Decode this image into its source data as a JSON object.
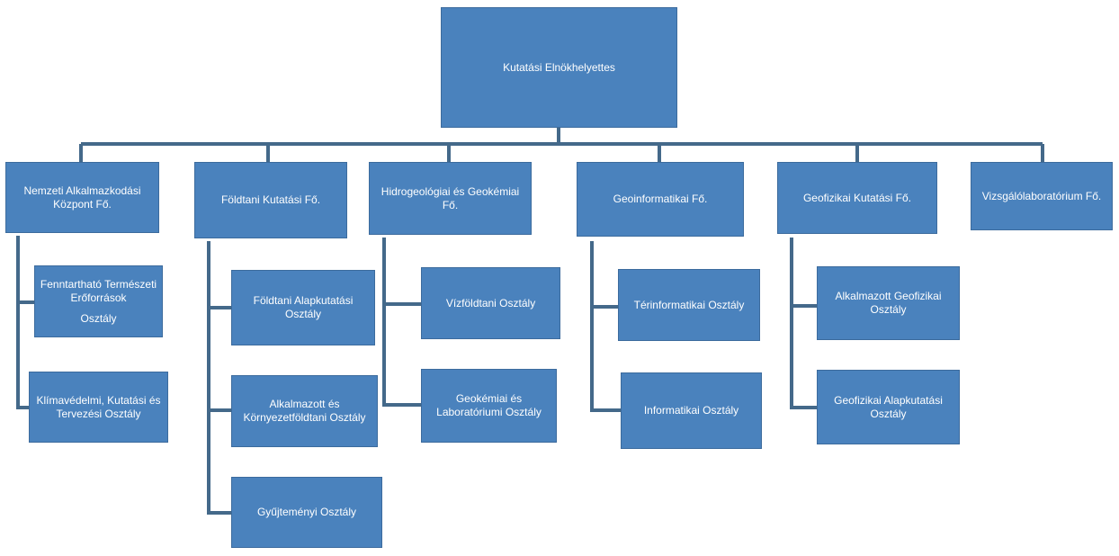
{
  "root": {
    "label": "Kutatási Elnökhelyettes"
  },
  "columns": [
    {
      "head": "Nemzeti Alkalmazkodási Központ Fő.",
      "subs": [
        {
          "line1": "Fenntartható Természeti Erőforrások",
          "line2": "Osztály"
        },
        {
          "line1": "Klímavédelmi, Kutatási és Tervezési Osztály"
        }
      ]
    },
    {
      "head": "Földtani Kutatási Fő.",
      "subs": [
        {
          "line1": "Földtani Alapkutatási Osztály"
        },
        {
          "line1": "Alkalmazott és Környezetföldtani Osztály"
        },
        {
          "line1": "Gyűjteményi Osztály"
        }
      ]
    },
    {
      "head": "Hidrogeológiai és Geokémiai Fő.",
      "subs": [
        {
          "line1": "Vízföldtani Osztály"
        },
        {
          "line1": "Geokémiai és Laboratóriumi Osztály"
        }
      ]
    },
    {
      "head": "Geoinformatikai Fő.",
      "subs": [
        {
          "line1": "Térinformatikai Osztály"
        },
        {
          "line1": "Informatikai  Osztály"
        }
      ]
    },
    {
      "head": "Geofizikai Kutatási Fő.",
      "subs": [
        {
          "line1": "Alkalmazott Geofizikai Osztály"
        },
        {
          "line1": "Geofizikai Alapkutatási Osztály"
        }
      ]
    },
    {
      "head": "Vizsgálólaboratórium Fő.",
      "subs": []
    }
  ],
  "colors": {
    "box": "#4a82bd",
    "connector": "#44698a",
    "text": "#ffffff"
  }
}
